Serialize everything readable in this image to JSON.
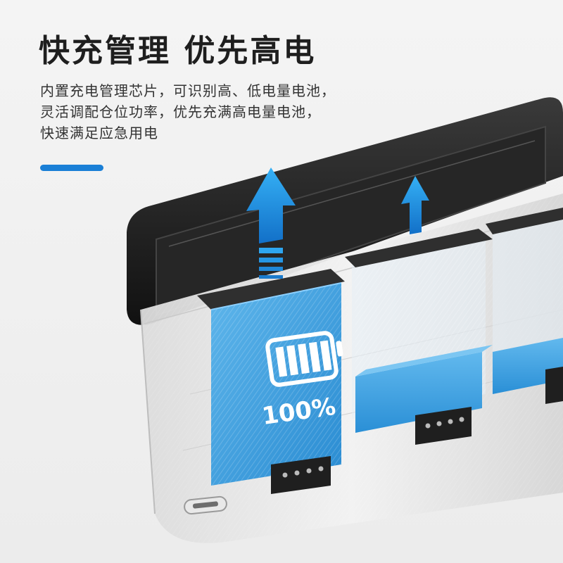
{
  "headline": "快充管理 优先高电",
  "description": [
    "内置充电管理芯片，可识别高、低电量电池，",
    "灵活调配仓位功率，优先充满高电量电池，",
    "快速满足应急用电"
  ],
  "battery_label": "100%",
  "colors": {
    "accent": "#1a7fd6",
    "battery_blue": "#3a9ee0",
    "arrow_blue": "#2aa0ea",
    "case_dark": "#1c1c1c",
    "heading": "#1e1e1e"
  },
  "icons": [
    "arrow-up-icon",
    "battery-full-icon",
    "usb-c-port-icon"
  ]
}
